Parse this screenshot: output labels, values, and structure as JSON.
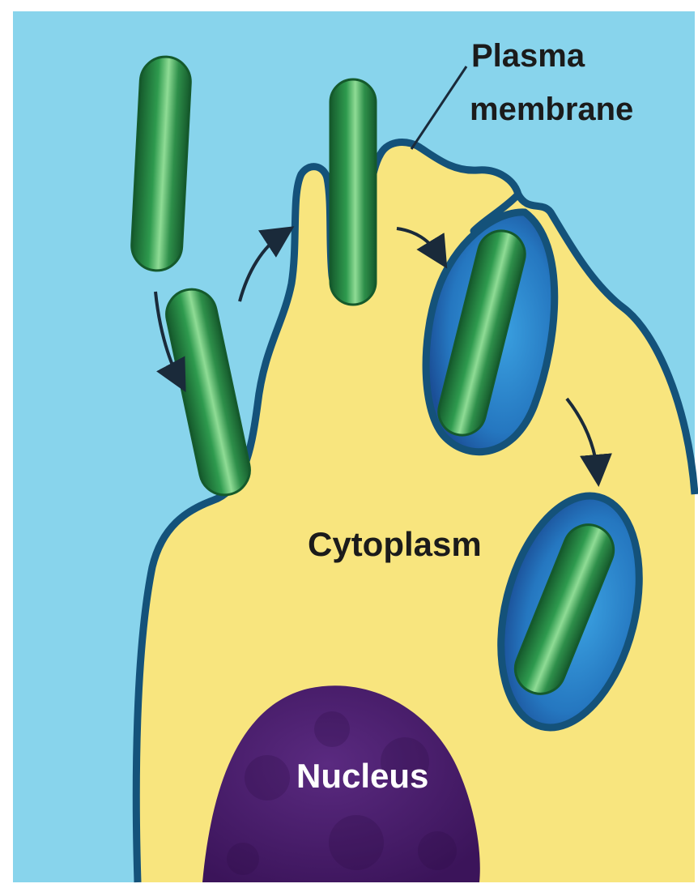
{
  "diagram": {
    "labels": {
      "plasma_membrane_line1": "Plasma",
      "plasma_membrane_line2": "membrane",
      "cytoplasm": "Cytoplasm",
      "nucleus": "Nucleus"
    },
    "colors": {
      "background": "#88d4ec",
      "cytoplasm": "#f8e57e",
      "membrane": "#14527a",
      "vacuole": "#2a84c8",
      "vacuole_dark": "#1b4f97",
      "bacterium": "#2e8f4a",
      "bacterium_dark": "#155a2c",
      "bacterium_highlight": "#7fd08a",
      "nucleus": "#4b1e6e",
      "arrow": "#1a2a3a",
      "label_text": "#1b1b1b",
      "nucleus_text": "#ffffff"
    }
  }
}
